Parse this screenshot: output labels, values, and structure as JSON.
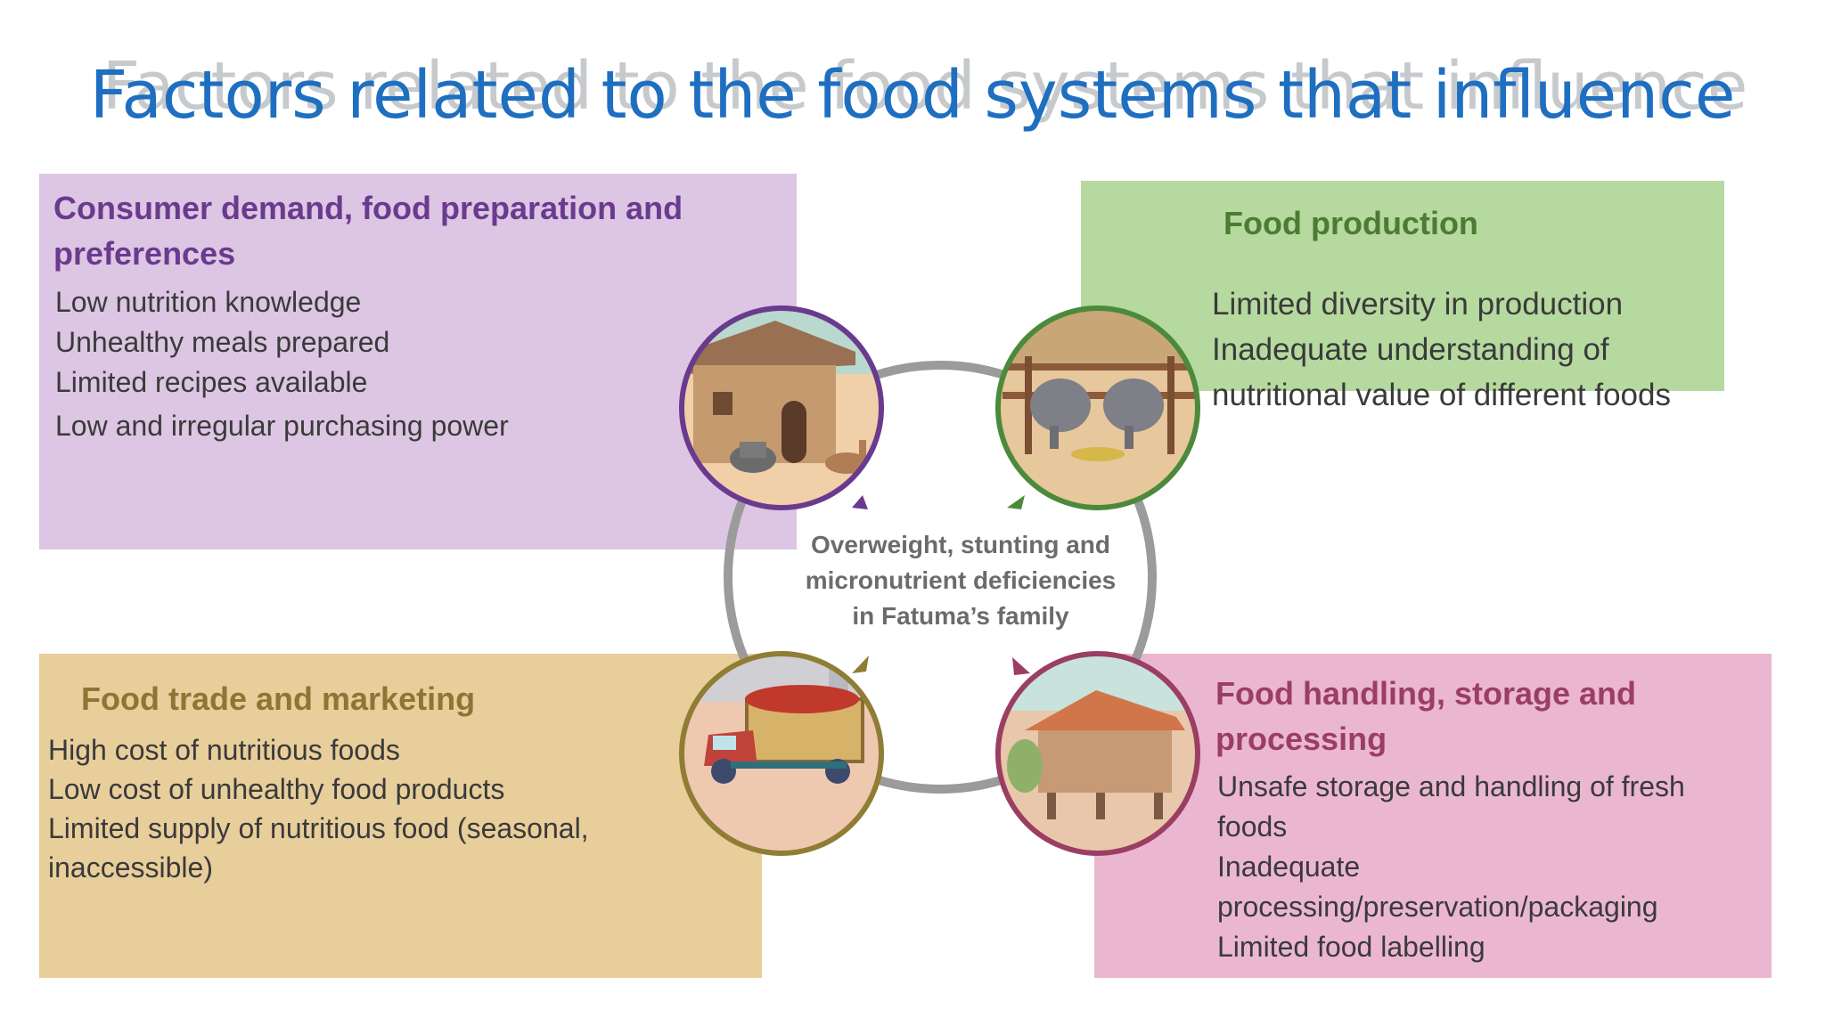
{
  "title": "Factors related to the food systems that influence",
  "center_label": [
    "Overweight, stunting and",
    "micronutrient deficiencies",
    "in Fatuma’s family"
  ],
  "quadrants": {
    "consumer": {
      "heading": [
        "Consumer demand, food preparation and",
        "preferences"
      ],
      "items": [
        "Low nutrition knowledge",
        "Unhealthy meals prepared",
        "Limited recipes available",
        "Low and irregular purchasing power"
      ],
      "color": "#dcc6e3",
      "accent": "#6a3a8e"
    },
    "production": {
      "heading": [
        "Food production"
      ],
      "items": [
        "Limited diversity in production",
        "Inadequate understanding of",
        "nutritional value of different foods"
      ],
      "color": "#b5d99f",
      "accent": "#4c7b33"
    },
    "trade": {
      "heading": [
        "Food trade and marketing"
      ],
      "items": [
        "High cost of nutritious foods",
        "Low cost of unhealthy food products",
        "Limited supply of nutritious food (seasonal,",
        "inaccessible)"
      ],
      "color": "#e8ce9b",
      "accent": "#8d7533"
    },
    "handling": {
      "heading": [
        "Food handling, storage and",
        "processing"
      ],
      "items": [
        "Unsafe storage and handling of fresh",
        "foods",
        "Inadequate",
        "processing/preservation/packaging",
        "Limited food labelling"
      ],
      "color": "#ebb7d0",
      "accent": "#9b3e63"
    }
  },
  "icons": {
    "consumer": "house-cooking-icon",
    "production": "livestock-pen-icon",
    "trade": "produce-truck-icon",
    "handling": "storage-granary-icon"
  }
}
